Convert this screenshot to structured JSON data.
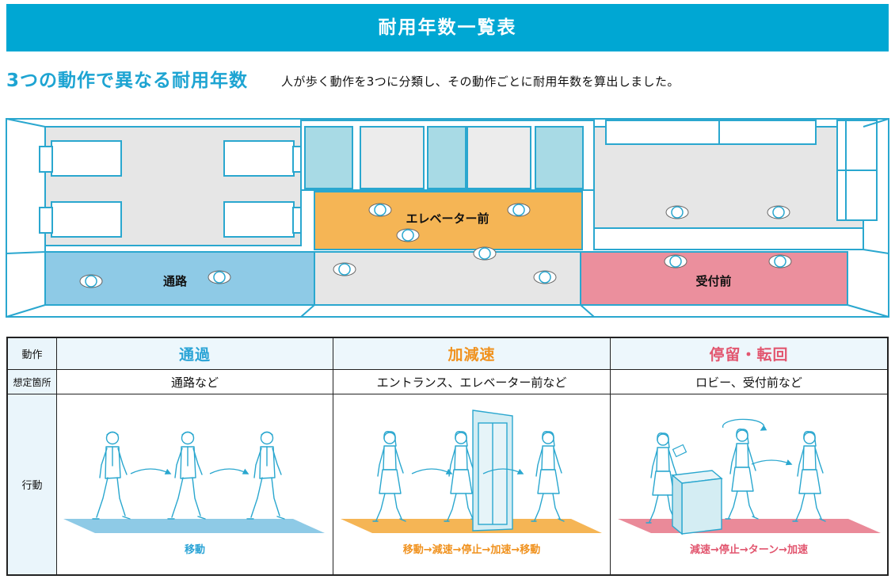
{
  "header": {
    "title": "耐用年数一覧表"
  },
  "intro": {
    "heading": "3つの動作で異なる耐用年数",
    "description": "人が歩く動作を3つに分類し、その動作ごとに耐用年数を算出しました。"
  },
  "floor_plan": {
    "labels": {
      "corridor": "通路",
      "elevator": "エレベーター前",
      "reception": "受付前"
    }
  },
  "table": {
    "row_labels": [
      "動作",
      "想定箇所",
      "行動"
    ],
    "columns": [
      {
        "action": "通過",
        "places": "通路など",
        "caption": "移動",
        "color": "#2ba4d6"
      },
      {
        "action": "加減速",
        "places": "エントランス、エレベーター前など",
        "caption": "移動→減速→停止→加速→移動",
        "color": "#f0921f"
      },
      {
        "action": "停留・転回",
        "places": "ロビー、受付前など",
        "caption": "減速→停止→ターン→加速",
        "color": "#e2566f"
      }
    ]
  },
  "colors": {
    "brand": "#00a7d3",
    "corridor_zone": "#8ecae6",
    "elevator_zone": "#f5b555",
    "reception_zone": "#eb8f9d"
  }
}
